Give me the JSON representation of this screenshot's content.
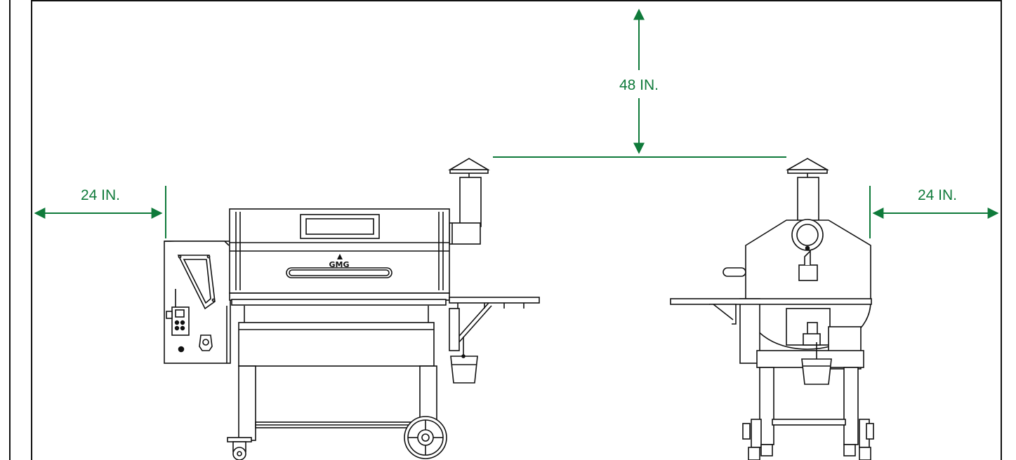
{
  "dimensions": {
    "left_clearance": "24 IN.",
    "right_clearance": "24 IN.",
    "top_clearance": "48 IN."
  },
  "logo_text": "GMG",
  "colors": {
    "dimension": "#0f7a3a",
    "line": "#111111",
    "background": "#ffffff"
  }
}
